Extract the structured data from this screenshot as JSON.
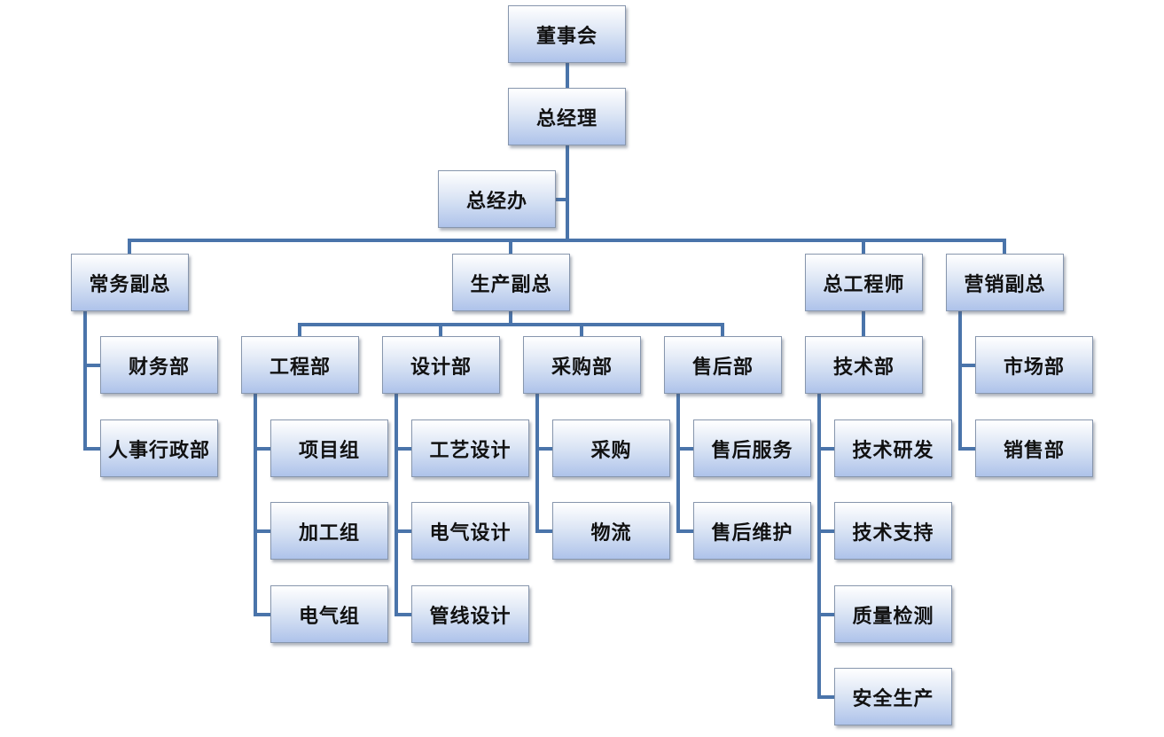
{
  "org": {
    "board": "董事会",
    "gm": "总经理",
    "gm_office": "总经办",
    "vp_admin": "常务副总",
    "vp_production": "生产副总",
    "chief_engineer": "总工程师",
    "vp_marketing": "营销副总",
    "finance": "财务部",
    "hr_admin": "人事行政部",
    "engineering": "工程部",
    "design": "设计部",
    "purchasing": "采购部",
    "after_sales": "售后部",
    "technical": "技术部",
    "market": "市场部",
    "sales": "销售部",
    "project_team": "项目组",
    "machining_team": "加工组",
    "electrical_team": "电气组",
    "process_design": "工艺设计",
    "electrical_design": "电气设计",
    "pipeline_design": "管线设计",
    "purchase": "采购",
    "logistics": "物流",
    "after_sales_service": "售后服务",
    "after_sales_maintenance": "售后维护",
    "tech_rd": "技术研发",
    "tech_support": "技术支持",
    "quality_inspection": "质量检测",
    "safety_production": "安全生产"
  },
  "colors": {
    "connector": "#4a74aa",
    "box_border": "#8796ad",
    "box_top": "#ffffff",
    "box_bottom": "#aec3ea"
  }
}
